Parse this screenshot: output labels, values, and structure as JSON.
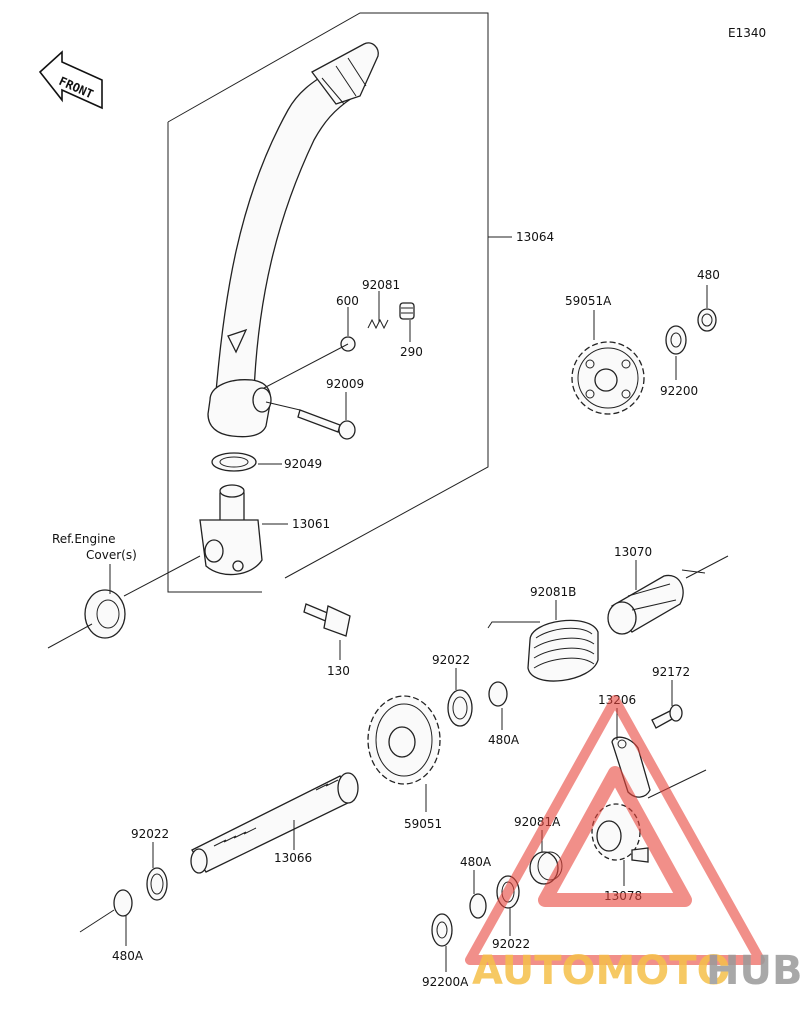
{
  "diagram_code": "E1340",
  "front_label": "FRONT",
  "ref_note": {
    "line1": "Ref.Engine",
    "line2": "Cover(s)"
  },
  "part_labels": {
    "p13064": "13064",
    "p92081_top": "92081",
    "p600": "600",
    "p290": "290",
    "p92009": "92009",
    "p92049": "92049",
    "p13061": "13061",
    "p130": "130",
    "p59051A": "59051A",
    "p480_top": "480",
    "p92200": "92200",
    "p13070": "13070",
    "p92081B": "92081B",
    "p92022_mid": "92022",
    "p480A_mid": "480A",
    "p92172": "92172",
    "p13206": "13206",
    "p59051": "59051",
    "p92022_left": "92022",
    "p13066": "13066",
    "p480A_left": "480A",
    "p92081A": "92081A",
    "p480A_bottom": "480A",
    "p13078": "13078",
    "p92022_bottom": "92022",
    "p92200A": "92200A"
  },
  "watermark": {
    "part1": "AUTOMOTO",
    "part2": "HUB",
    "color1": "#f5c04a",
    "color2": "#9a9a9a",
    "triangle_color": "#e8453c"
  }
}
